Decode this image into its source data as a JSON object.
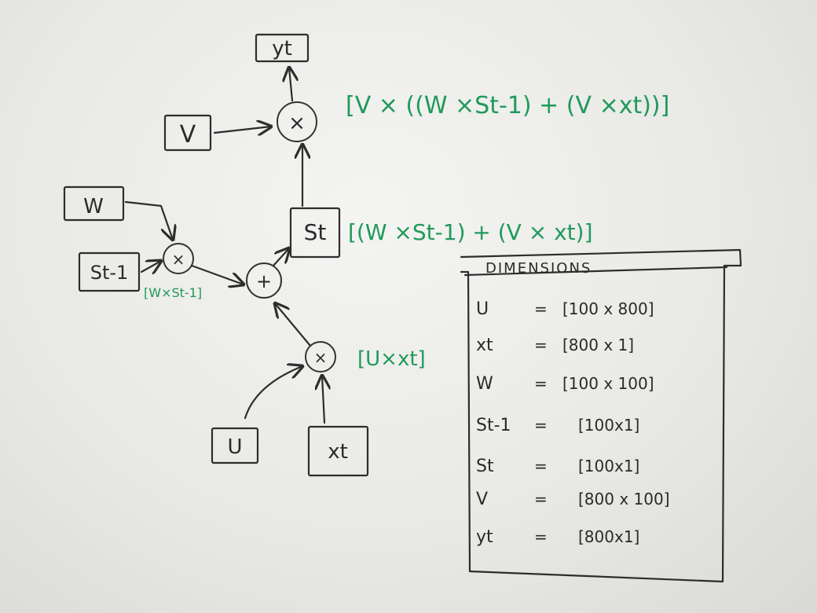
{
  "nodes": {
    "yt": "yt",
    "v": "V",
    "w": "W",
    "st_prev": "St-1",
    "st": "St",
    "u": "U",
    "xt": "xt"
  },
  "operators": {
    "mult": "×",
    "add": "+"
  },
  "annotations": {
    "output": "[V × ((W ×St-1) + (V ×xt))]",
    "state": "[(W ×St-1) + (V × xt)]",
    "w_times_s": "[W×St-1]",
    "u_times_x": "[U×xt]"
  },
  "dimensions": {
    "title": "DIMENSIONS",
    "rows": [
      {
        "name": "U",
        "eq": "=",
        "value": "[100 x 800]"
      },
      {
        "name": "xt",
        "eq": "=",
        "value": "[800 x 1]"
      },
      {
        "name": "W",
        "eq": "=",
        "value": "[100 x 100]"
      },
      {
        "name": "St-1",
        "eq": "=",
        "value": "[100x1]"
      },
      {
        "name": "St",
        "eq": "=",
        "value": "[100x1]"
      },
      {
        "name": "V",
        "eq": "=",
        "value": "[800 x 100]"
      },
      {
        "name": "yt",
        "eq": "=",
        "value": "[800x1]"
      }
    ]
  },
  "colors": {
    "ink": "#2d2d2d",
    "green_marker": "#1f9a5a",
    "board": "#ececea"
  }
}
